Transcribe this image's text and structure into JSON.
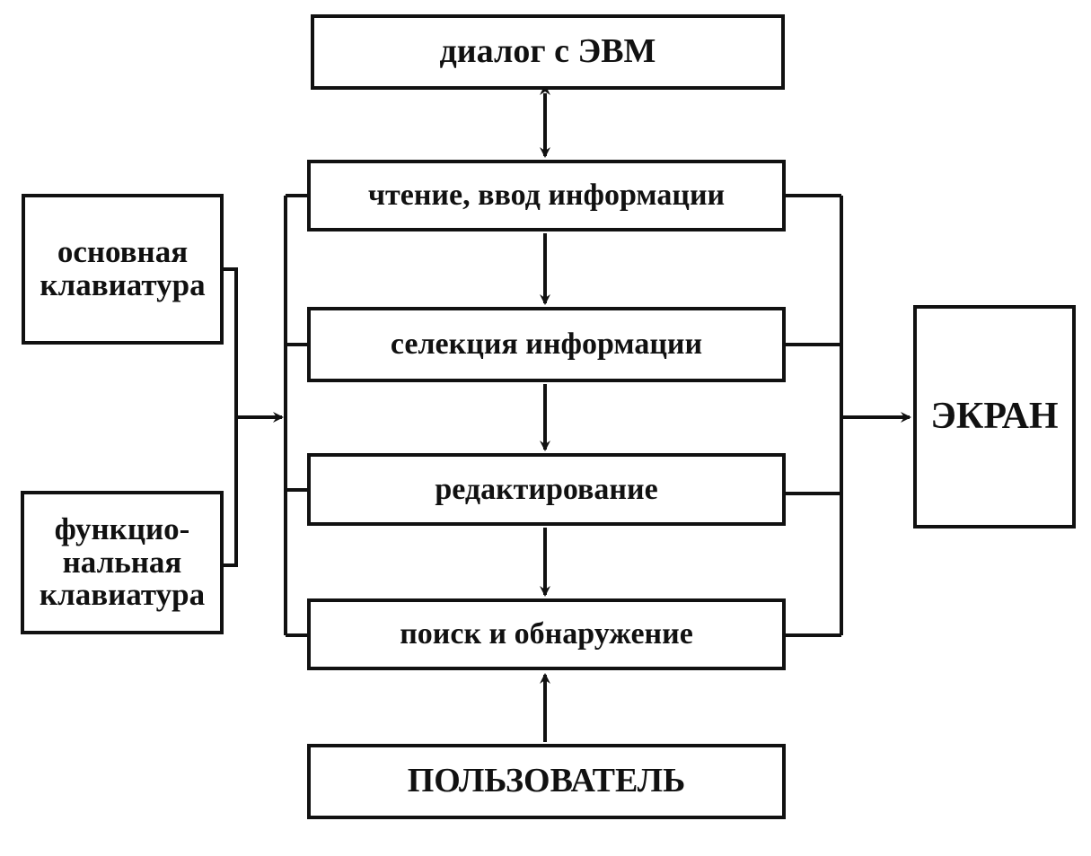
{
  "diagram": {
    "boxes": {
      "dialog": "диалог с ЭВМ",
      "read_input": "чтение, ввод информации",
      "selection": "селекция информации",
      "editing": "редактирование",
      "search": "поиск и обнаружение",
      "user": "ПОЛЬЗОВАТЕЛЬ",
      "main_keyboard": "основная\nклавиатура",
      "function_keyboard": "функцио-\nнальная\nклавиатура",
      "screen": "ЭКРАН"
    },
    "colors": {
      "line": "#111111",
      "background": "#ffffff"
    }
  }
}
